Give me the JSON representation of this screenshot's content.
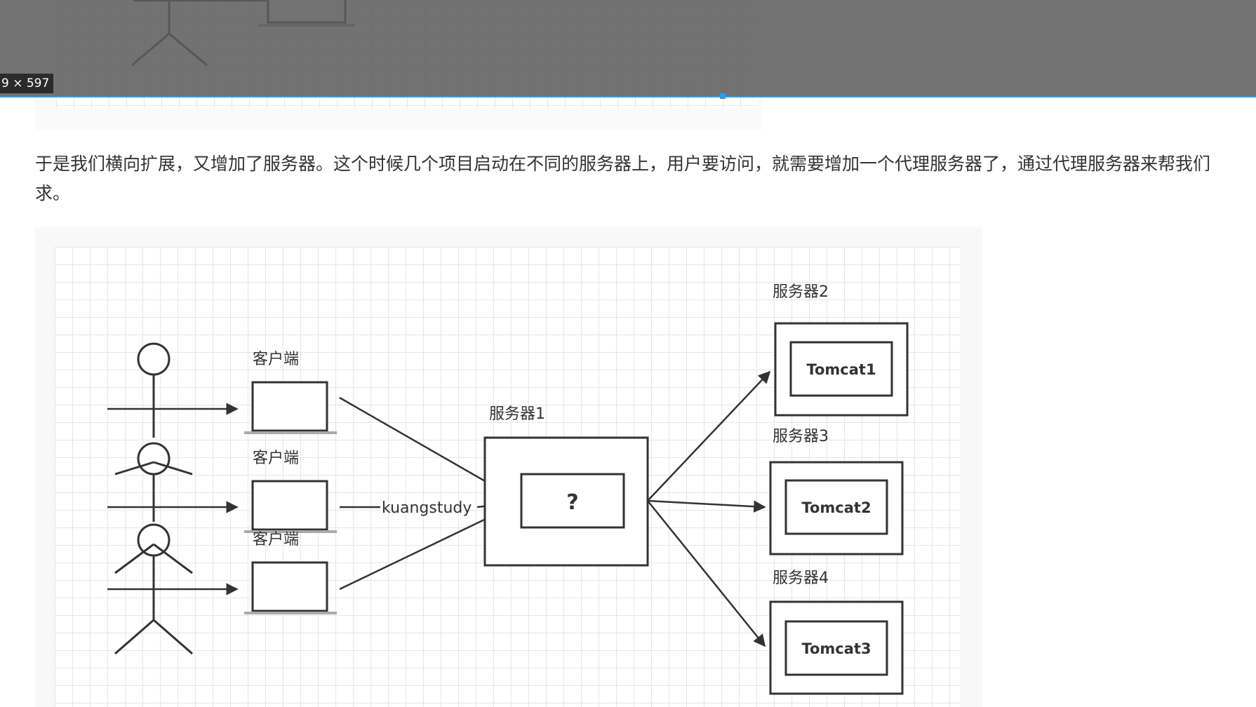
{
  "screenshot_overlay": {
    "size_label": "9 × 597"
  },
  "article": {
    "paragraph_line1": "于是我们横向扩展，又增加了服务器。这个时候几个项目启动在不同的服务器上，用户要访问，就需要增加一个代理服务器了，通过代理服务器来帮我们",
    "paragraph_line2": "求。"
  },
  "diagram": {
    "client_label": "客户端",
    "server1_label": "服务器1",
    "server2_label": "服务器2",
    "server3_label": "服务器3",
    "server4_label": "服务器4",
    "proxy_mark": "?",
    "edge_label": "kuangstudy",
    "tomcat1": "Tomcat1",
    "tomcat2": "Tomcat2",
    "tomcat3": "Tomcat3"
  }
}
